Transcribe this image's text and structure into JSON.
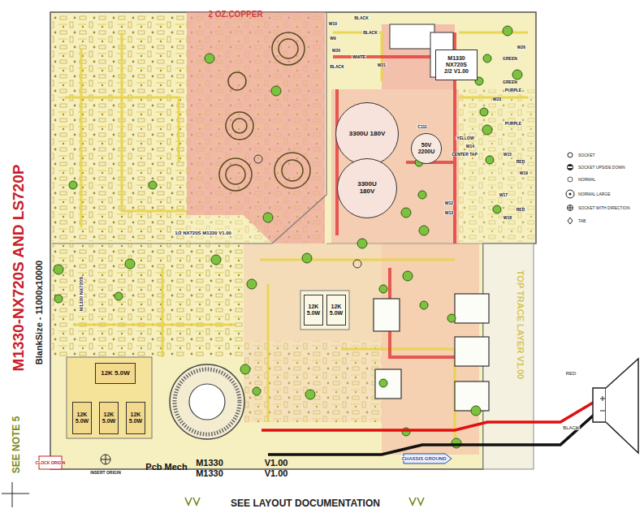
{
  "diagram": {
    "nodes": [
      {
        "text": [
          "M1330",
          "NX720S",
          "2/2 V1.00"
        ]
      },
      {
        "text": [
          "12K 5.0W"
        ]
      },
      {
        "text": [
          "12K 5.0W"
        ]
      },
      {
        "text": [
          "12K 5.0W"
        ]
      },
      {
        "text": [
          "12K 5.0W"
        ]
      },
      {
        "text": [
          "12K 5.0W"
        ]
      },
      {
        "text": [
          "12K 5.0W"
        ]
      },
      {
        "text": [
          "3300U 180V"
        ]
      },
      {
        "text": [
          "3300U 180V"
        ]
      },
      {
        "text": [
          "50V 2200U"
        ]
      }
    ],
    "labels": [
      "M1330-NX720S AND LS720P",
      "SEE NOTE 5",
      "BlankSize - 11000x10000",
      "2 OZ.COPPER",
      "SEE LAYOUT DOCUMENTATION",
      "Pcb Mech",
      "M1330",
      "V1.00",
      "M1330",
      "V1.00",
      "CLOCK ORIGIN",
      "INSERT ORIGIN",
      "CHASSIS GROUND",
      "RED",
      "BLACK",
      "TOP TRACE LAYER V1.00",
      "1/2 NX720S M1330 V1.00",
      "BLACK",
      "W10",
      "BLACK",
      "W9",
      "W20",
      "WHITE",
      "BLACK",
      "W21",
      "W26",
      "GREEN",
      "GREEN",
      "PURPLE",
      "W23",
      "PURPLE",
      "YELLOW",
      "W14",
      "CENTER TAP",
      "W15",
      "RED",
      "W19",
      "W17",
      "RED",
      "W18",
      "W12",
      "W13",
      "C111",
      "M1330 NX720S"
    ],
    "legend": [
      {
        "text": "SOCKET"
      },
      {
        "text": "SOCKET UPSIDE DOWN"
      },
      {
        "text": "NORMAL"
      },
      {
        "text": "NORMAL LARGE"
      },
      {
        "text": "SOCKET WITH DIRECTION"
      },
      {
        "text": "TAB"
      }
    ]
  }
}
